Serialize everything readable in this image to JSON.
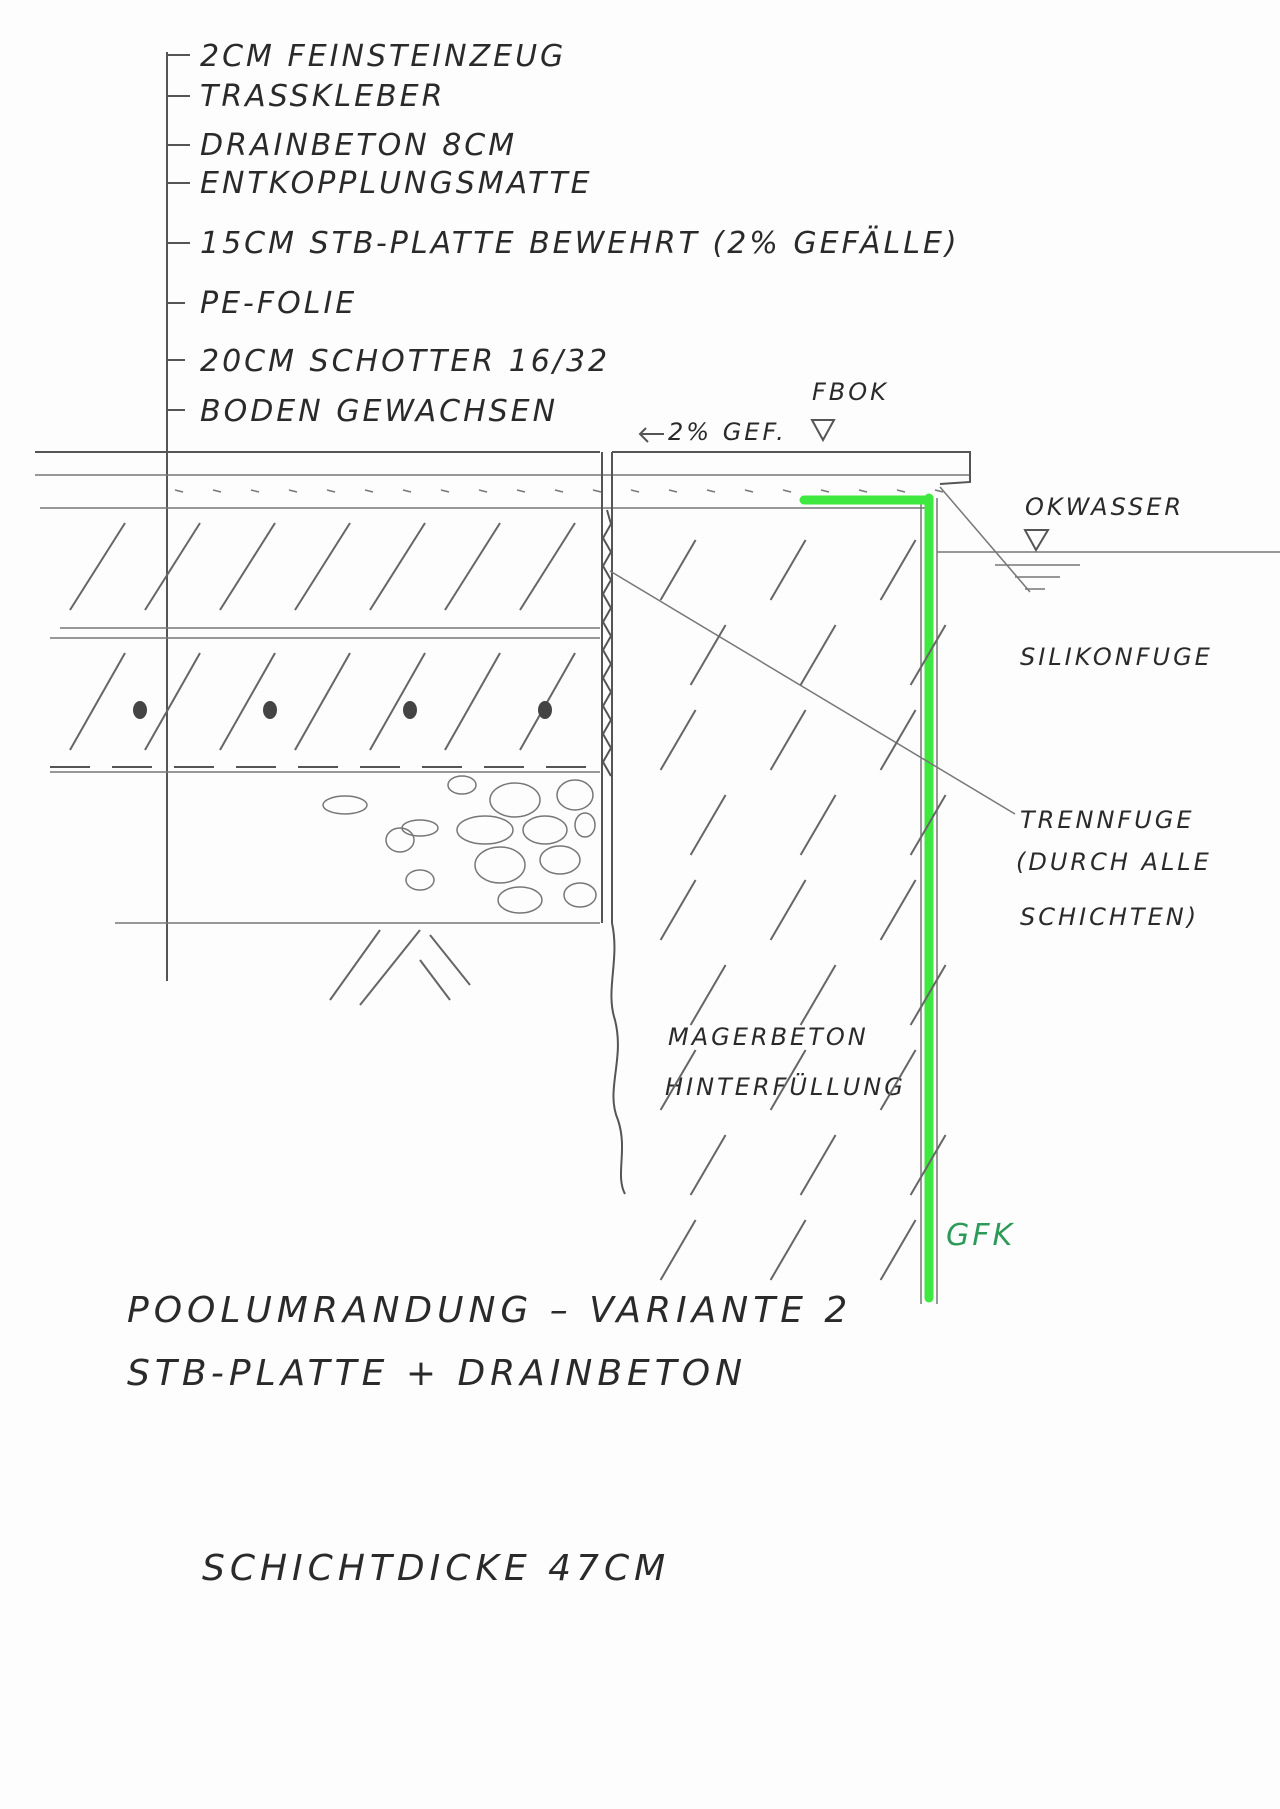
{
  "layers": {
    "items": [
      {
        "label": "2CM FEINSTEINZEUG"
      },
      {
        "label": "TRASSKLEBER"
      },
      {
        "label": "DRAINBETON 8CM"
      },
      {
        "label": "ENTKOPPLUNGSMATTE"
      },
      {
        "label": "15CM STB-PLATTE BEWEHRT (2% GEFÄLLE)"
      },
      {
        "label": "PE-FOLIE"
      },
      {
        "label": "20CM SCHOTTER 16/32"
      },
      {
        "label": "BODEN GEWACHSEN"
      }
    ]
  },
  "annotations": {
    "fbok": "FBOK",
    "slope": "2% GEF.",
    "water_level": "OKWASSER",
    "silicone_joint": "SILIKONFUGE",
    "separation_joint": [
      "TRENNFUGE",
      "(DURCH ALLE",
      "SCHICHTEN)"
    ],
    "backfill": [
      "MAGERBETON",
      "HINTERFÜLLUNG"
    ],
    "gfk": "GFK"
  },
  "title": {
    "line1": "POOLUMRANDUNG – VARIANTE 2",
    "line2": "STB-PLATTE + DRAINBETON",
    "thickness": "SCHICHTDICKE 47CM"
  },
  "colors": {
    "gfk": "#3ee83e",
    "pencil": "#2a2a2a"
  }
}
